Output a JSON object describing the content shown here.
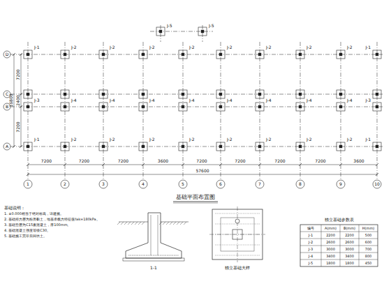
{
  "diagram": {
    "title": "基础平面布置图",
    "labels": [
      "D",
      "C",
      "B",
      "A",
      "1",
      "2",
      "3",
      "4",
      "5",
      "6",
      "7",
      "8",
      "9",
      "10",
      "7200",
      "7200",
      "7200",
      "3600",
      "7200",
      "7200",
      "7200",
      "7200",
      "3600",
      "57600",
      "7200",
      "2400",
      "7200",
      "16800",
      "J-1",
      "J-2",
      "J-2",
      "J-2",
      "J-2",
      "J-2",
      "J-2",
      "J-2",
      "J-2",
      "J-1",
      "J-3",
      "J-4",
      "J-4",
      "J-4",
      "J-4",
      "J-4",
      "J-4",
      "J-4",
      "J-4",
      "J-3",
      "J-1",
      "J-2",
      "J-2",
      "J-2",
      "J-2",
      "J-2",
      "J-2",
      "J-2",
      "J-2",
      "J-1",
      "J-5",
      "J-5",
      "基础说明：",
      "1. ±0.000相当于绝对标高，详建施。",
      "2. 基础持力层为粉质黏土，地基承载力特征值fak=180kPa。",
      "3. 基础垫层为C15素混凝土，厚100mm。",
      "4. 基础混凝土强度等级C30。",
      "5. 基础施工完毕后回填土。",
      "1-1",
      "独立基础大样",
      "独立基础参数表",
      "编号",
      "A(mm)",
      "B(mm)",
      "H(mm)",
      "J-1",
      "2200",
      "2200",
      "500",
      "J-2",
      "2600",
      "2600",
      "600",
      "J-3",
      "3000",
      "3000",
      "700",
      "J-4",
      "3400",
      "3400",
      "800",
      "J-5",
      "1800",
      "1800",
      "450"
    ]
  }
}
